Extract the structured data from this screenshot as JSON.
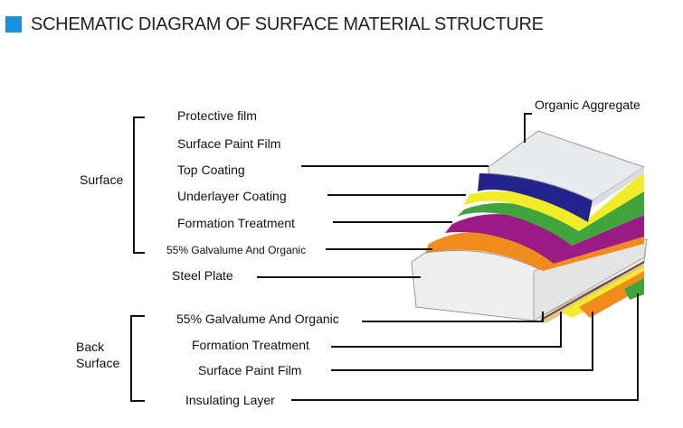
{
  "title": "SCHEMATIC DIAGRAM OF SURFACE MATERIAL STRUCTURE",
  "accent_color": "#1a8fdc",
  "labels": {
    "protective_film": "Protective film",
    "surface_paint_film": "Surface Paint Film",
    "top_coating": "Top Coating",
    "underlayer_coating": "Underlayer Coating",
    "formation_treatment": "Formation Treatment",
    "galvalume_top": "55% Galvalume And Organic",
    "steel_plate": "Steel Plate",
    "galvalume_back": "55% Galvalume And Organic",
    "formation_treatment_back": "Formation Treatment",
    "surface_paint_film_back": "Surface Paint Film",
    "insulating_layer": "Insulating Layer",
    "organic_aggregate": "Organic Aggregate"
  },
  "groups": {
    "surface": "Surface",
    "back_line1": "Back",
    "back_line2": "Surface"
  },
  "layer_colors": {
    "protective": "#e9eaee",
    "top_blue": "#23218a",
    "yellow": "#f1ec2a",
    "green": "#3ea43b",
    "magenta": "#9b1a86",
    "orange": "#f08c1c",
    "steel": "#eeeeee",
    "tan": "#e2c48c"
  }
}
